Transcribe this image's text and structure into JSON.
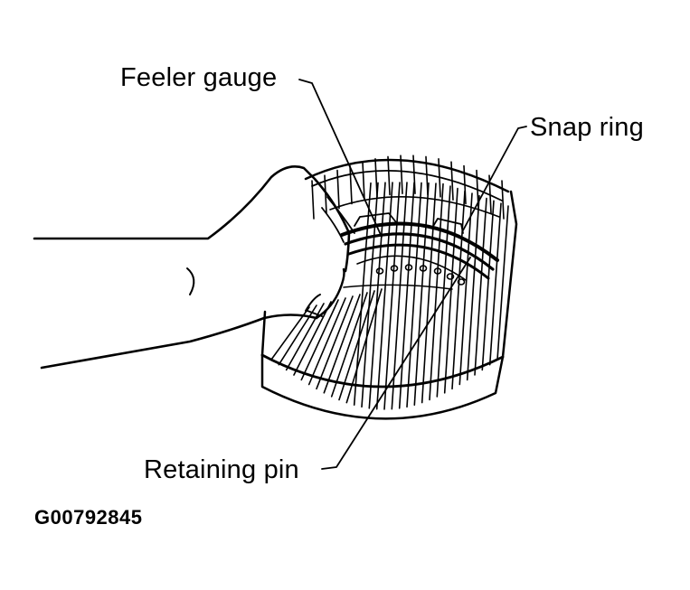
{
  "labels": {
    "feeler_gauge": "Feeler gauge",
    "snap_ring": "Snap ring",
    "retaining_pin": "Retaining pin"
  },
  "figure_code": "G00792845",
  "colors": {
    "ink": "#000000",
    "paper": "#ffffff"
  }
}
